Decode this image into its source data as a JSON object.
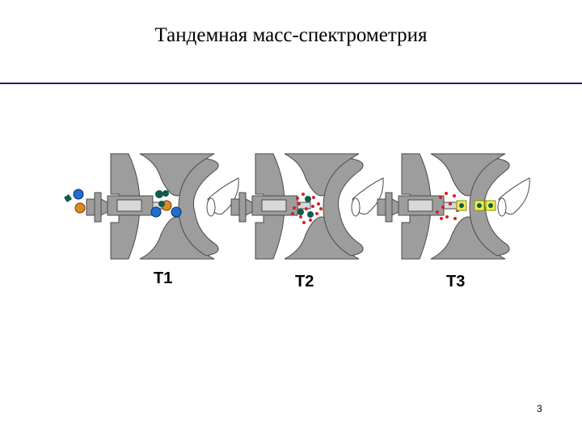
{
  "title": "Тандемная масс-спектрометрия",
  "page_number": "3",
  "colors": {
    "trap_metal": "#9d9d9d",
    "trap_outline": "#4a4a4a",
    "rule": "#1c1c7a",
    "ion_blue": "#1f6fd0",
    "ion_orange": "#e08a1e",
    "ion_dark_green": "#0f5b4e",
    "fragment_red": "#d42020",
    "selected_yellow": "#eef04a"
  },
  "stages": [
    {
      "label": "T1",
      "icon": "ion-trap-icon",
      "ions": "mixed precursor ions"
    },
    {
      "label": "T2",
      "icon": "ion-trap-icon",
      "ions": "fragmentation cloud"
    },
    {
      "label": "T3",
      "icon": "ion-trap-icon",
      "ions": "selected ions"
    }
  ]
}
